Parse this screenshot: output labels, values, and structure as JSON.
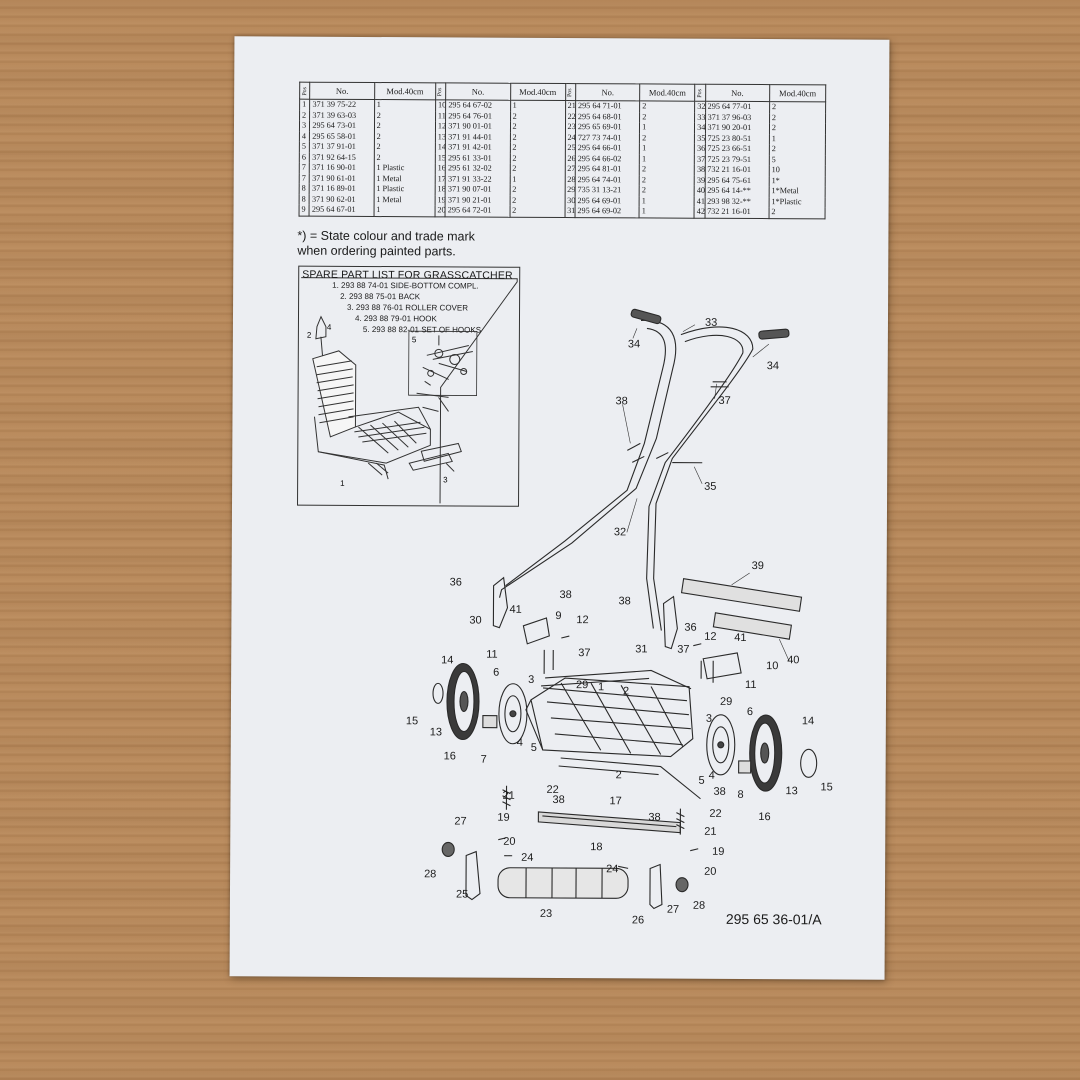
{
  "table": {
    "headers": [
      "Pos",
      "No.",
      "Mod.40cm"
    ],
    "groups": [
      [
        [
          "1",
          "371 39 75-22",
          "1"
        ],
        [
          "2",
          "371 39 63-03",
          "2"
        ],
        [
          "3",
          "295 64 73-01",
          "2"
        ],
        [
          "4",
          "295 65 58-01",
          "2"
        ],
        [
          "5",
          "371 37 91-01",
          "2"
        ],
        [
          "6",
          "371 92 64-15",
          "2"
        ],
        [
          "7",
          "371 16 90-01",
          "1 Plastic"
        ],
        [
          "7",
          "371 90 61-01",
          "1 Metal"
        ],
        [
          "8",
          "371 16 89-01",
          "1 Plastic"
        ],
        [
          "8",
          "371 90 62-01",
          "1 Metal"
        ],
        [
          "9",
          "295 64 67-01",
          "1"
        ]
      ],
      [
        [
          "10",
          "295 64 67-02",
          "1"
        ],
        [
          "11",
          "295 64 76-01",
          "2"
        ],
        [
          "12",
          "371 90 01-01",
          "2"
        ],
        [
          "13",
          "371 91 44-01",
          "2"
        ],
        [
          "14",
          "371 91 42-01",
          "2"
        ],
        [
          "15",
          "295 61 33-01",
          "2"
        ],
        [
          "16",
          "295 61 32-02",
          "2"
        ],
        [
          "17",
          "371 91 33-22",
          "1"
        ],
        [
          "18",
          "371 90 07-01",
          "2"
        ],
        [
          "19",
          "371 90 21-01",
          "2"
        ],
        [
          "20",
          "295 64 72-01",
          "2"
        ]
      ],
      [
        [
          "21",
          "295 64 71-01",
          "2"
        ],
        [
          "22",
          "295 64 68-01",
          "2"
        ],
        [
          "23",
          "295 65 69-01",
          "1"
        ],
        [
          "24",
          "727 73 74-01",
          "2"
        ],
        [
          "25",
          "295 64 66-01",
          "1"
        ],
        [
          "26",
          "295 64 66-02",
          "1"
        ],
        [
          "27",
          "295 64 81-01",
          "2"
        ],
        [
          "28",
          "295 64 74-01",
          "2"
        ],
        [
          "29",
          "735 31 13-21",
          "2"
        ],
        [
          "30",
          "295 64 69-01",
          "1"
        ],
        [
          "31",
          "295 64 69-02",
          "1"
        ]
      ],
      [
        [
          "32",
          "295 64 77-01",
          "2"
        ],
        [
          "33",
          "371 37 96-03",
          "2"
        ],
        [
          "34",
          "371 90 20-01",
          "2"
        ],
        [
          "35",
          "725 23 80-51",
          "1"
        ],
        [
          "36",
          "725 23 66-51",
          "2"
        ],
        [
          "37",
          "725 23 79-51",
          "5"
        ],
        [
          "38",
          "732 21 16-01",
          "10"
        ],
        [
          "39",
          "295 64 75-61",
          "1*"
        ],
        [
          "40",
          "295 64 14-**",
          "1*Metal"
        ],
        [
          "41",
          "293 98 32-**",
          "1*Plastic"
        ],
        [
          "42",
          "732 21 16-01",
          "2"
        ]
      ]
    ]
  },
  "note": {
    "line1": "*) = State colour and trade mark",
    "line2": "when ordering painted parts."
  },
  "grasscatcher": {
    "title": "SPARE PART LIST FOR GRASSCATCHER",
    "items": [
      "1. 293 88 74-01 SIDE-BOTTOM COMPL.",
      "2. 293 88 75-01 BACK",
      "3. 293 88 76-01 ROLLER COVER",
      "4. 293 88 79-01 HOOK",
      "5. 293 88 82-01 SET OF HOOKS"
    ],
    "callouts": [
      "1",
      "2",
      "3",
      "4",
      "5"
    ]
  },
  "diagram": {
    "callouts": [
      "1",
      "2",
      "3",
      "4",
      "5",
      "6",
      "7",
      "8",
      "9",
      "10",
      "11",
      "12",
      "13",
      "14",
      "15",
      "16",
      "17",
      "18",
      "19",
      "20",
      "21",
      "22",
      "23",
      "24",
      "25",
      "26",
      "27",
      "28",
      "29",
      "30",
      "31",
      "32",
      "33",
      "34",
      "35",
      "36",
      "37",
      "38",
      "39",
      "40",
      "41"
    ]
  },
  "document_number": "295 65 36-01/A",
  "colors": {
    "paper": "#eceef2",
    "ink": "#1a1a1a",
    "wood": "#b98a5c"
  }
}
